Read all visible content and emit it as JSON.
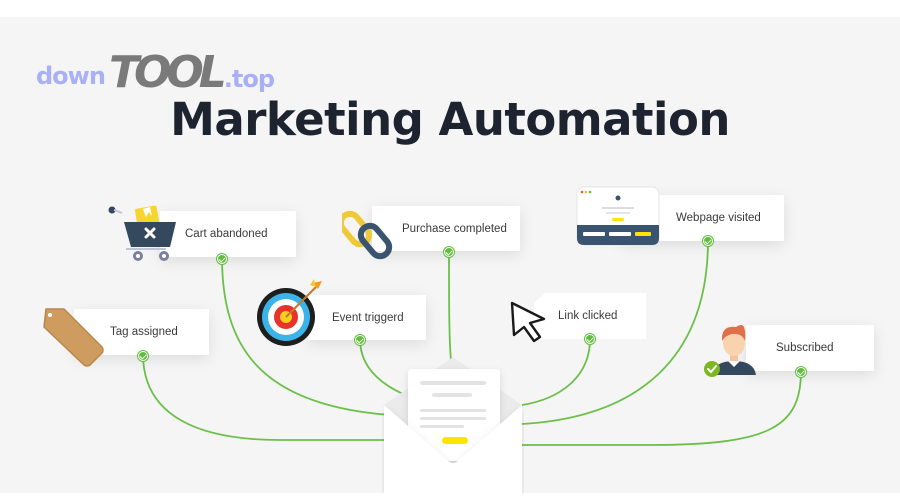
{
  "watermark": {
    "prefix": "down",
    "brand": "TOOL",
    "suffix": ".top"
  },
  "title": "Marketing Automation",
  "colors": {
    "background": "#f5f5f5",
    "wire": "#6cc04a",
    "check": "#5fbf3c",
    "title": "#1d2430",
    "accent_yellow": "#ffe600",
    "dark_navy": "#34495e"
  },
  "triggers": [
    {
      "label": "Cart abandoned",
      "icon": "shopping-cart-x-icon"
    },
    {
      "label": "Purchase completed",
      "icon": "chain-link-icon"
    },
    {
      "label": "Webpage visited",
      "icon": "browser-window-icon"
    },
    {
      "label": "Tag assigned",
      "icon": "price-tag-icon"
    },
    {
      "label": "Event triggerd",
      "icon": "target-arrow-icon"
    },
    {
      "label": "Link clicked",
      "icon": "mouse-cursor-icon"
    },
    {
      "label": "Subscribed",
      "icon": "user-check-icon"
    }
  ],
  "center": {
    "icon": "open-envelope-icon"
  }
}
